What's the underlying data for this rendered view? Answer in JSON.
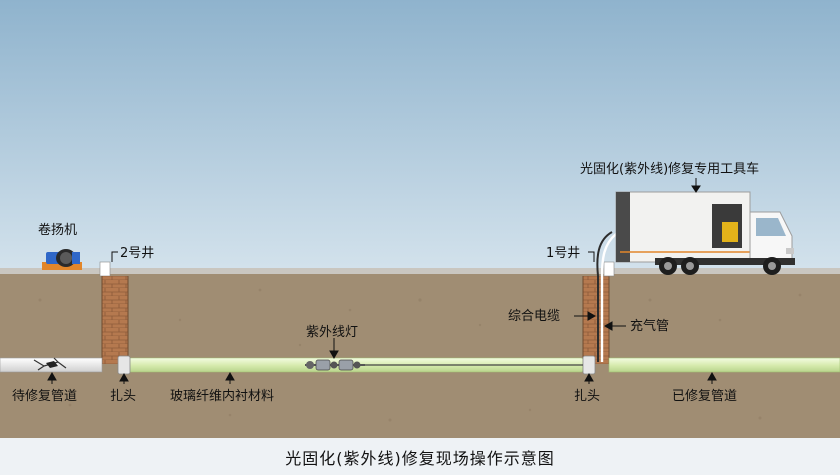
{
  "caption": "光固化(紫外线)修复现场操作示意图",
  "labels": {
    "winch": "卷扬机",
    "manhole_2": "2号井",
    "manhole_1": "1号井",
    "uv_truck": "光固化(紫外线)修复专用工具车",
    "composite_cable": "综合电缆",
    "air_hose": "充气管",
    "uv_lamp": "紫外线灯",
    "pipe_to_repair": "待修复管道",
    "packer_left": "扎头",
    "fiberglass_liner": "玻璃纤维内衬材料",
    "packer_right": "扎头",
    "repaired_pipe": "已修复管道"
  },
  "colors": {
    "sky_top": "#8fb3cd",
    "sky_bottom": "#d3e2ec",
    "ground": "#a08d73",
    "ground_dark": "#8f7c63",
    "brick": "#b5794f",
    "liner": "#d8ecb0",
    "old_pipe": "#e9e9e9",
    "winch_blue": "#2f67c8",
    "winch_orange": "#e2862a"
  }
}
